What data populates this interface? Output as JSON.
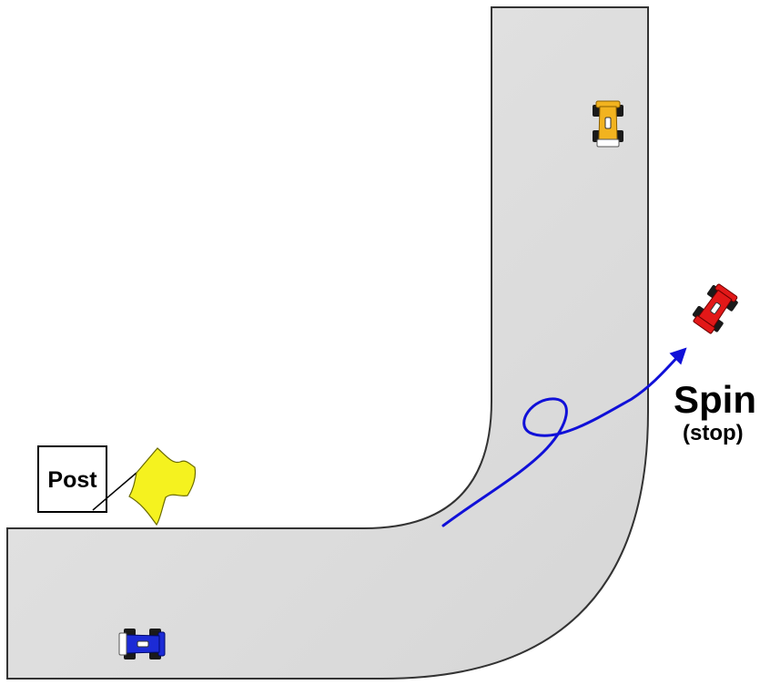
{
  "post": {
    "label": "Post"
  },
  "spin": {
    "title": "Spin",
    "subtitle": "(stop)"
  },
  "colors": {
    "track_fill": "#e2e2e2",
    "track_edge": "#333333",
    "flag": "#f5f21f",
    "arrow": "#1010d8",
    "car_yellow": "#f2b31f",
    "car_red": "#e21818",
    "car_blue": "#1c2bd6",
    "tire": "#1a1a1a"
  },
  "cars": [
    {
      "name": "yellow-car",
      "color": "yellow"
    },
    {
      "name": "red-car",
      "color": "red"
    },
    {
      "name": "blue-car",
      "color": "blue"
    }
  ]
}
